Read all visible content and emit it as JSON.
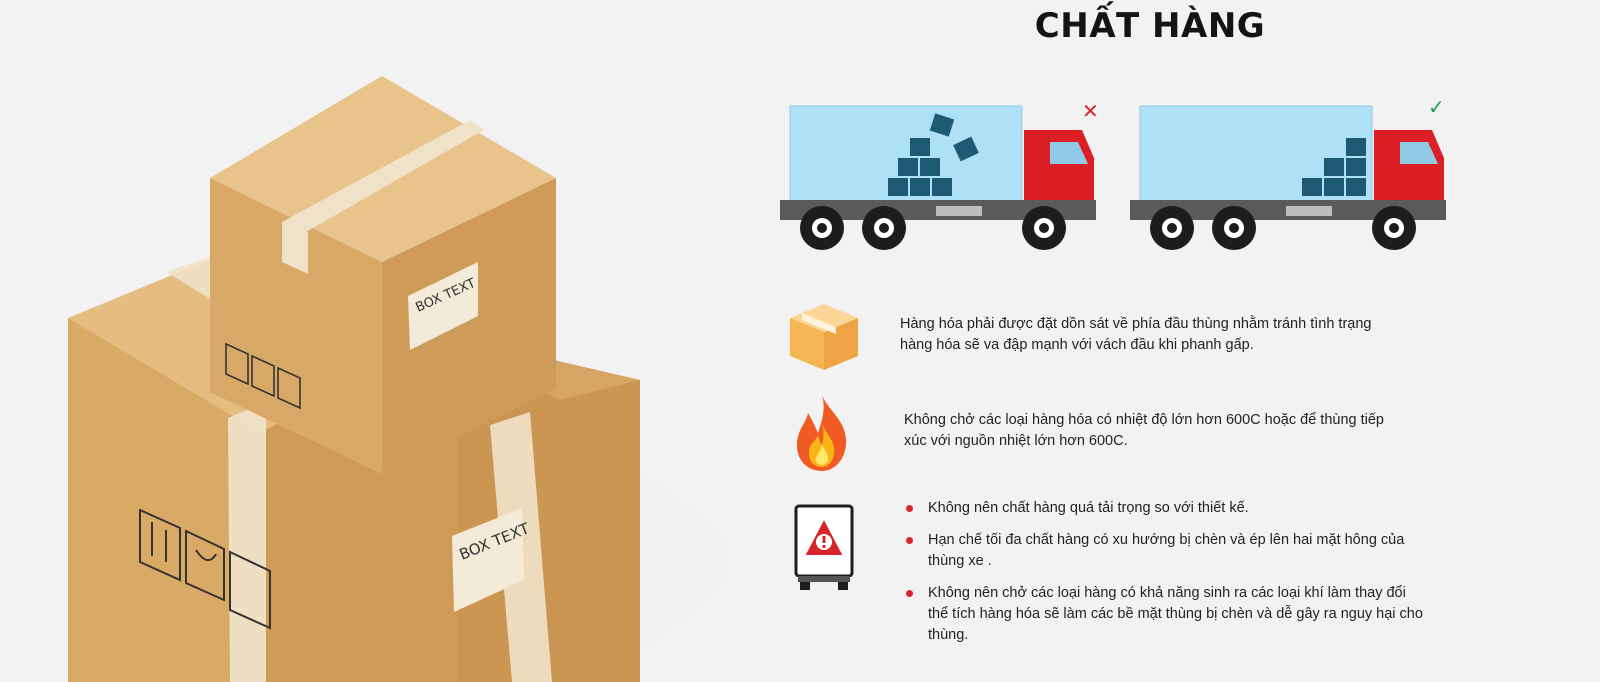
{
  "page": {
    "title": "CHẤT HÀNG"
  },
  "hero_image": {
    "icon": "stacked-cardboard-boxes-illustration",
    "small_box_label": "BOX TEXT",
    "large_box_label": "BOX TEXT"
  },
  "trucks": {
    "wrong": {
      "icon": "truck-cargo-unstacked",
      "mark": "✕",
      "mark_color": "#d6262c"
    },
    "right": {
      "icon": "truck-cargo-stacked-forward",
      "mark": "✓",
      "mark_color": "#1aa34a"
    }
  },
  "rules": [
    {
      "icon": "cardboard-box-icon",
      "text": "Hàng  hóa phải được đặt dồn sát về phía đầu thùng nhằm tránh tình trạng hàng hóa sẽ va đập mạnh với vách đầu khi phanh gấp."
    },
    {
      "icon": "fire-icon",
      "text": "Không chở các loại hàng hóa có nhiệt độ lớn hơn 600C hoặc để thùng tiếp xúc với nguồn nhiệt lớn hơn 600C."
    },
    {
      "icon": "truck-warning-icon",
      "bullets": [
        "Không nên chất hàng quá tải trọng so với thiết kế.",
        "Hạn chế tối đa chất hàng có xu hướng bị chèn và ép lên hai mặt hông của thùng xe .",
        "Không nên chở các loại hàng có khả năng sinh ra các loại khí làm thay đổi thể tích hàng hóa sẽ làm các bề mặt thùng bị chèn và dễ gây ra nguy hại cho thùng."
      ]
    }
  ],
  "colors": {
    "cargo_box": "#aee0f6",
    "cabin": "#dc1f26",
    "crate": "#1e5a73",
    "cardboard": "#deb070",
    "accent_red": "#d6262c"
  }
}
